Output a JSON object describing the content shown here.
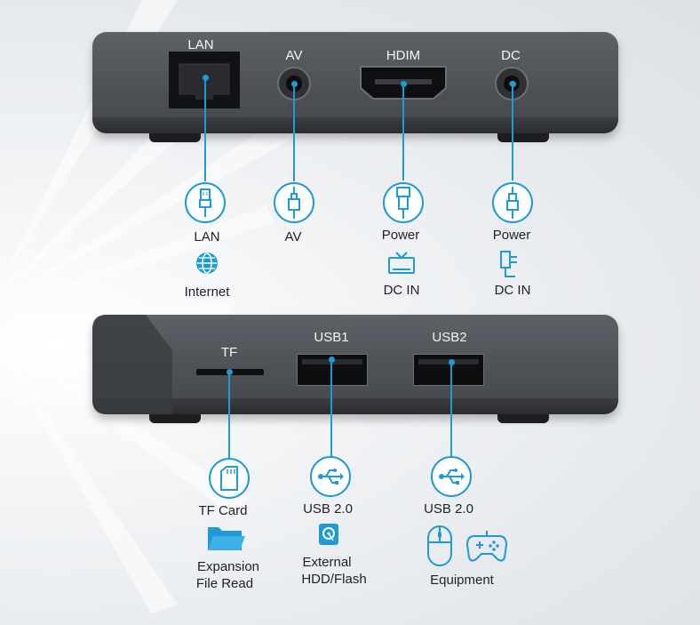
{
  "top_ports": {
    "lan": "LAN",
    "av": "AV",
    "hdmi": "HDIM",
    "dc": "DC"
  },
  "top_labels": {
    "lan": "LAN",
    "internet": "Internet",
    "av": "AV",
    "hdmi_power": "Power",
    "hdmi_dcin": "DC IN",
    "dc_power": "Power",
    "dc_dcin": "DC IN"
  },
  "bottom_ports": {
    "tf": "TF",
    "usb1": "USB1",
    "usb2": "USB2"
  },
  "bottom_labels": {
    "tf_card": "TF Card",
    "expansion": "Expansion",
    "file_read": "File Read",
    "usb1_type": "USB 2.0",
    "external": "External",
    "hdd_flash": "HDD/Flash",
    "usb2_type": "USB 2.0",
    "equipment": "Equipment"
  },
  "colors": {
    "accent": "#1e9ad6",
    "box": "#4e5156"
  }
}
